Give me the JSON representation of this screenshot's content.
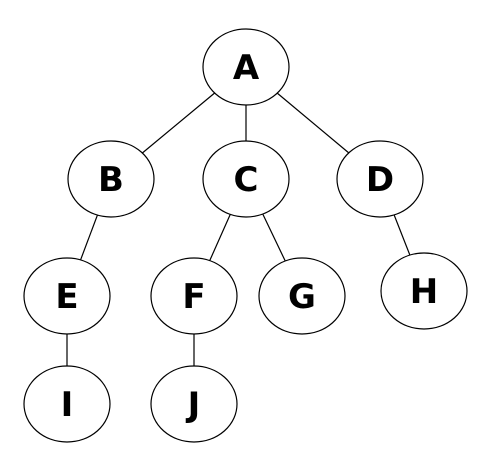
{
  "tree": {
    "nodes": [
      {
        "id": "A",
        "label": "A"
      },
      {
        "id": "B",
        "label": "B"
      },
      {
        "id": "C",
        "label": "C"
      },
      {
        "id": "D",
        "label": "D"
      },
      {
        "id": "E",
        "label": "E"
      },
      {
        "id": "F",
        "label": "F"
      },
      {
        "id": "G",
        "label": "G"
      },
      {
        "id": "H",
        "label": "H"
      },
      {
        "id": "I",
        "label": "I"
      },
      {
        "id": "J",
        "label": "J"
      }
    ],
    "edges": [
      {
        "from": "A",
        "to": "B"
      },
      {
        "from": "A",
        "to": "C"
      },
      {
        "from": "A",
        "to": "D"
      },
      {
        "from": "B",
        "to": "E"
      },
      {
        "from": "C",
        "to": "F"
      },
      {
        "from": "C",
        "to": "G"
      },
      {
        "from": "D",
        "to": "H"
      },
      {
        "from": "E",
        "to": "I"
      },
      {
        "from": "F",
        "to": "J"
      }
    ],
    "colors": {
      "stroke": "#000000",
      "fill": "#ffffff",
      "text": "#000000"
    }
  }
}
